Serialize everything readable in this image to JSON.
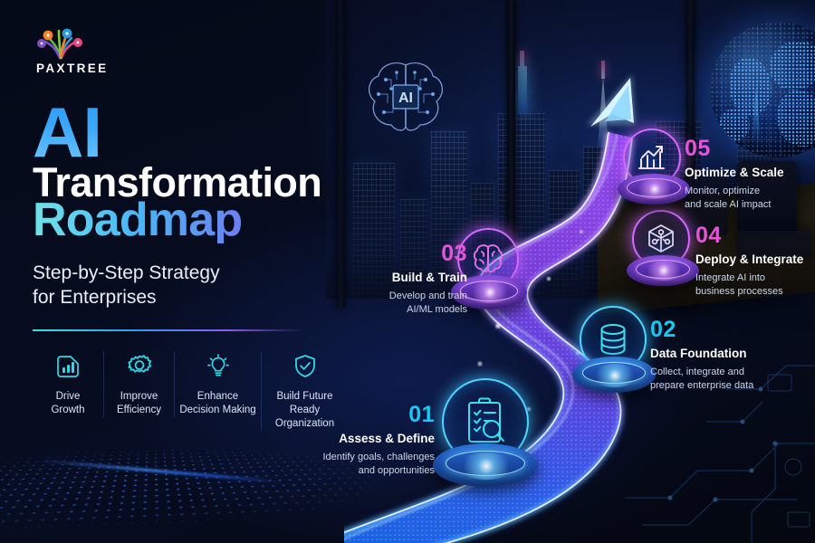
{
  "brand": {
    "logo_icon": "paxtree-tree-logo",
    "name": "PAXTREE"
  },
  "hero": {
    "title_line1": "AI",
    "title_line2": "Transformation",
    "title_line3": "Roadmap",
    "subtitle_line1": "Step-by-Step Strategy",
    "subtitle_line2": "for Enterprises"
  },
  "benefits": [
    {
      "icon": "bar-chart-icon",
      "line1": "Drive",
      "line2": "Growth"
    },
    {
      "icon": "gear-icon",
      "line1": "Improve",
      "line2": "Efficiency"
    },
    {
      "icon": "lightbulb-icon",
      "line1": "Enhance",
      "line2": "Decision Making"
    },
    {
      "icon": "shield-check-icon",
      "line1": "Build Future",
      "line2": "Ready Organization"
    }
  ],
  "center_badge": {
    "icon": "ai-brain-circuit-icon",
    "label": "AI"
  },
  "steps": [
    {
      "number": "01",
      "title": "Assess & Define",
      "desc_line1": "Identify goals, challenges",
      "desc_line2": "and opportunities",
      "icon": "clipboard-checklist-magnifier-icon",
      "accent": "#17c8f5"
    },
    {
      "number": "02",
      "title": "Data Foundation",
      "desc_line1": "Collect, integrate and",
      "desc_line2": "prepare enterprise data",
      "icon": "database-icon",
      "accent": "#17c8f5"
    },
    {
      "number": "03",
      "title": "Build & Train",
      "desc_line1": "Develop and train",
      "desc_line2": "AI/ML models",
      "icon": "brain-icon",
      "accent": "#e652d8"
    },
    {
      "number": "04",
      "title": "Deploy & Integrate",
      "desc_line1": "Integrate AI into",
      "desc_line2": "business processes",
      "icon": "cube-network-icon",
      "accent": "#e652d8"
    },
    {
      "number": "05",
      "title": "Optimize & Scale",
      "desc_line1": "Monitor, optimize",
      "desc_line2": "and scale AI impact",
      "icon": "growth-chart-icon",
      "accent": "#e652d8"
    }
  ],
  "theme": {
    "accent_cyan": "#17c8f5",
    "accent_pink": "#e652d8",
    "accent_blue": "#2f9bf5",
    "accent_purple": "#8b5cf6",
    "background": "#05070f",
    "text_primary": "#ffffff",
    "text_secondary": "#ccd8ec"
  },
  "decor": {
    "road_icon": "winding-arrow-road",
    "globe_icon": "digital-globe",
    "skyline_icon": "night-city-skyline",
    "wave_icon": "particle-wave-grid"
  }
}
